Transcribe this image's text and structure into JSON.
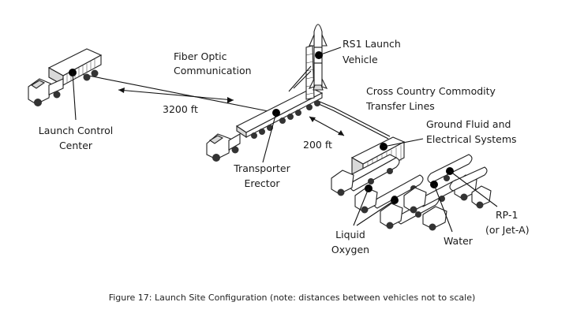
{
  "labels": {
    "rs1_line1": "RS1 Launch",
    "rs1_line2": "Vehicle",
    "fiber_line1": "Fiber Optic",
    "fiber_line2": "Communication",
    "dist_3200": "3200 ft",
    "cross_line1": "Cross Country Commodity",
    "cross_line2": "Transfer Lines",
    "ground_line1": "Ground Fluid and",
    "ground_line2": "Electrical Systems",
    "lcc_line1": "Launch Control",
    "lcc_line2": "Center",
    "dist_200": "200 ft",
    "te_line1": "Transporter",
    "te_line2": "Erector",
    "rp1_line1": "RP-1",
    "rp1_line2": "(or Jet-A)",
    "lox_line1": "Liquid",
    "lox_line2": "Oxygen",
    "water": "Water"
  },
  "caption": "Figure 17: Launch Site Configuration (note: distances between vehicles not to scale)"
}
